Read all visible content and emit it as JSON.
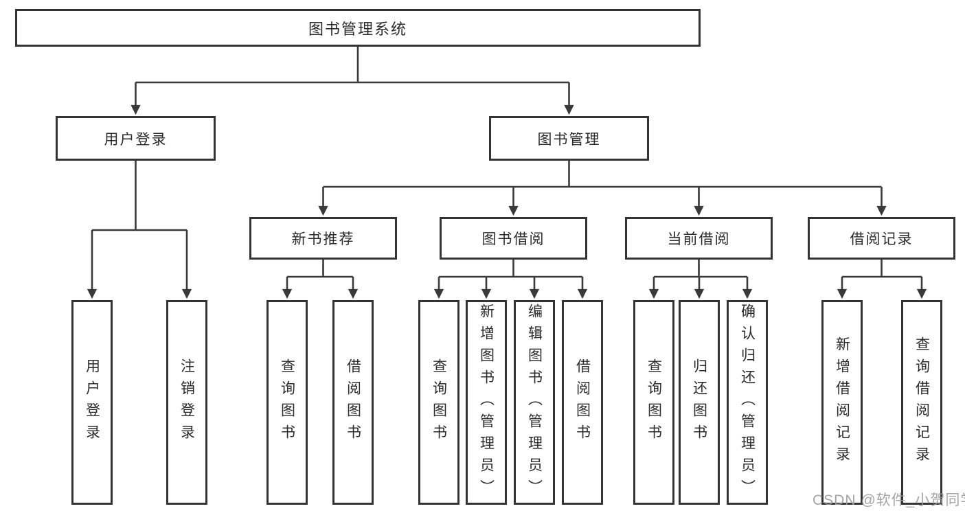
{
  "colors": {
    "background": "#ffffff",
    "line": "#3a3a3a",
    "box_border": "#333333",
    "text": "#2b2b2b",
    "watermark": "#9b9b9b"
  },
  "tree": {
    "root": "图书管理系统",
    "level2": [
      "用户登录",
      "图书管理"
    ],
    "level3": [
      "新书推荐",
      "图书借阅",
      "当前借阅",
      "借阅记录"
    ],
    "leaves": {
      "login": [
        "用户登录",
        "注销登录"
      ],
      "recommend": [
        "查询图书",
        "借阅图书"
      ],
      "borrow": [
        "查询图书",
        "新增图书（管理员）",
        "编辑图书（管理员）",
        "借阅图书"
      ],
      "current": [
        "查询图书",
        "归还图书",
        "确认归还（管理员）"
      ],
      "records": [
        "新增借阅记录",
        "查询借阅记录"
      ]
    }
  },
  "watermark": "CSDN @软件_小贺同学"
}
